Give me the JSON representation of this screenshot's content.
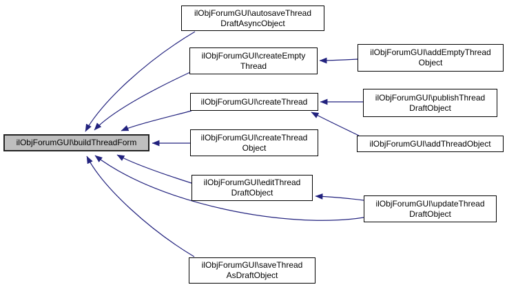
{
  "diagram": {
    "type": "caller-graph",
    "background_color": "#ffffff",
    "edge_color": "#22227e",
    "node_fill": "#ffffff",
    "node_border": "#000000",
    "highlight_node_fill": "#bfbfbf",
    "highlight_node": "buildThreadForm"
  },
  "graph": {
    "nodes": [
      {
        "id": "buildThreadForm",
        "label": "ilObjForumGUI\\buildThreadForm",
        "highlighted": true
      },
      {
        "id": "autosaveThreadDraftAsyncObject",
        "label": "ilObjForumGUI\\autosaveThread\nDraftAsyncObject"
      },
      {
        "id": "createEmptyThread",
        "label": "ilObjForumGUI\\createEmpty\nThread"
      },
      {
        "id": "createThread",
        "label": "ilObjForumGUI\\createThread"
      },
      {
        "id": "createThreadObject",
        "label": "ilObjForumGUI\\createThread\nObject"
      },
      {
        "id": "editThreadDraftObject",
        "label": "ilObjForumGUI\\editThread\nDraftObject"
      },
      {
        "id": "saveThreadAsDraftObject",
        "label": "ilObjForumGUI\\saveThread\nAsDraftObject"
      },
      {
        "id": "addEmptyThreadObject",
        "label": "ilObjForumGUI\\addEmptyThread\nObject"
      },
      {
        "id": "publishThreadDraftObject",
        "label": "ilObjForumGUI\\publishThread\nDraftObject"
      },
      {
        "id": "addThreadObject",
        "label": "ilObjForumGUI\\addThreadObject"
      },
      {
        "id": "updateThreadDraftObject",
        "label": "ilObjForumGUI\\updateThread\nDraftObject"
      }
    ],
    "edges": [
      {
        "from": "autosaveThreadDraftAsyncObject",
        "to": "buildThreadForm"
      },
      {
        "from": "createEmptyThread",
        "to": "buildThreadForm"
      },
      {
        "from": "createThread",
        "to": "buildThreadForm"
      },
      {
        "from": "createThreadObject",
        "to": "buildThreadForm"
      },
      {
        "from": "editThreadDraftObject",
        "to": "buildThreadForm"
      },
      {
        "from": "updateThreadDraftObject",
        "to": "buildThreadForm"
      },
      {
        "from": "saveThreadAsDraftObject",
        "to": "buildThreadForm"
      },
      {
        "from": "addEmptyThreadObject",
        "to": "createEmptyThread"
      },
      {
        "from": "publishThreadDraftObject",
        "to": "createThread"
      },
      {
        "from": "addThreadObject",
        "to": "createThread"
      },
      {
        "from": "updateThreadDraftObject",
        "to": "editThreadDraftObject"
      }
    ]
  }
}
